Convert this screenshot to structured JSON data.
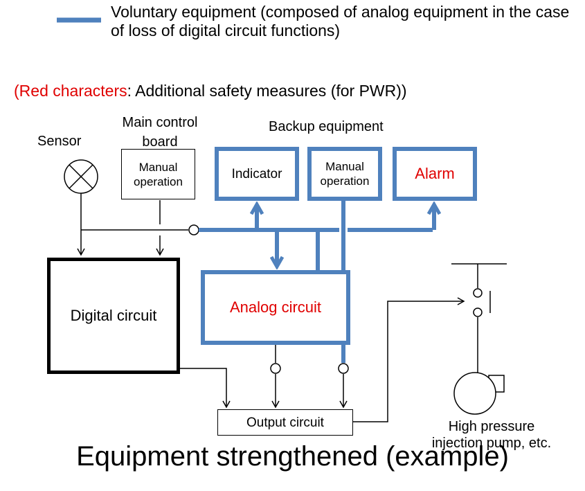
{
  "legend": {
    "text": "Voluntary equipment (composed of analog equipment in the case of loss of digital circuit functions)",
    "color": "#4f81bd"
  },
  "note": {
    "open": "(",
    "red": "Red characters",
    "rest": ": Additional safety measures (for PWR))"
  },
  "labels": {
    "sensor": "Sensor",
    "main_board_line1": "Main control",
    "main_board_line2": "board",
    "backup": "Backup equipment",
    "pump_line1": "High pressure",
    "pump_line2": "injection pump, etc."
  },
  "boxes": {
    "manual_main": "Manual operation",
    "indicator": "Indicator",
    "manual_backup": "Manual operation",
    "alarm": "Alarm",
    "digital": "Digital circuit",
    "analog": "Analog circuit",
    "output": "Output circuit"
  },
  "colors": {
    "blue": "#4f81bd",
    "red": "#e00000"
  },
  "caption": "Equipment strengthened (example)"
}
